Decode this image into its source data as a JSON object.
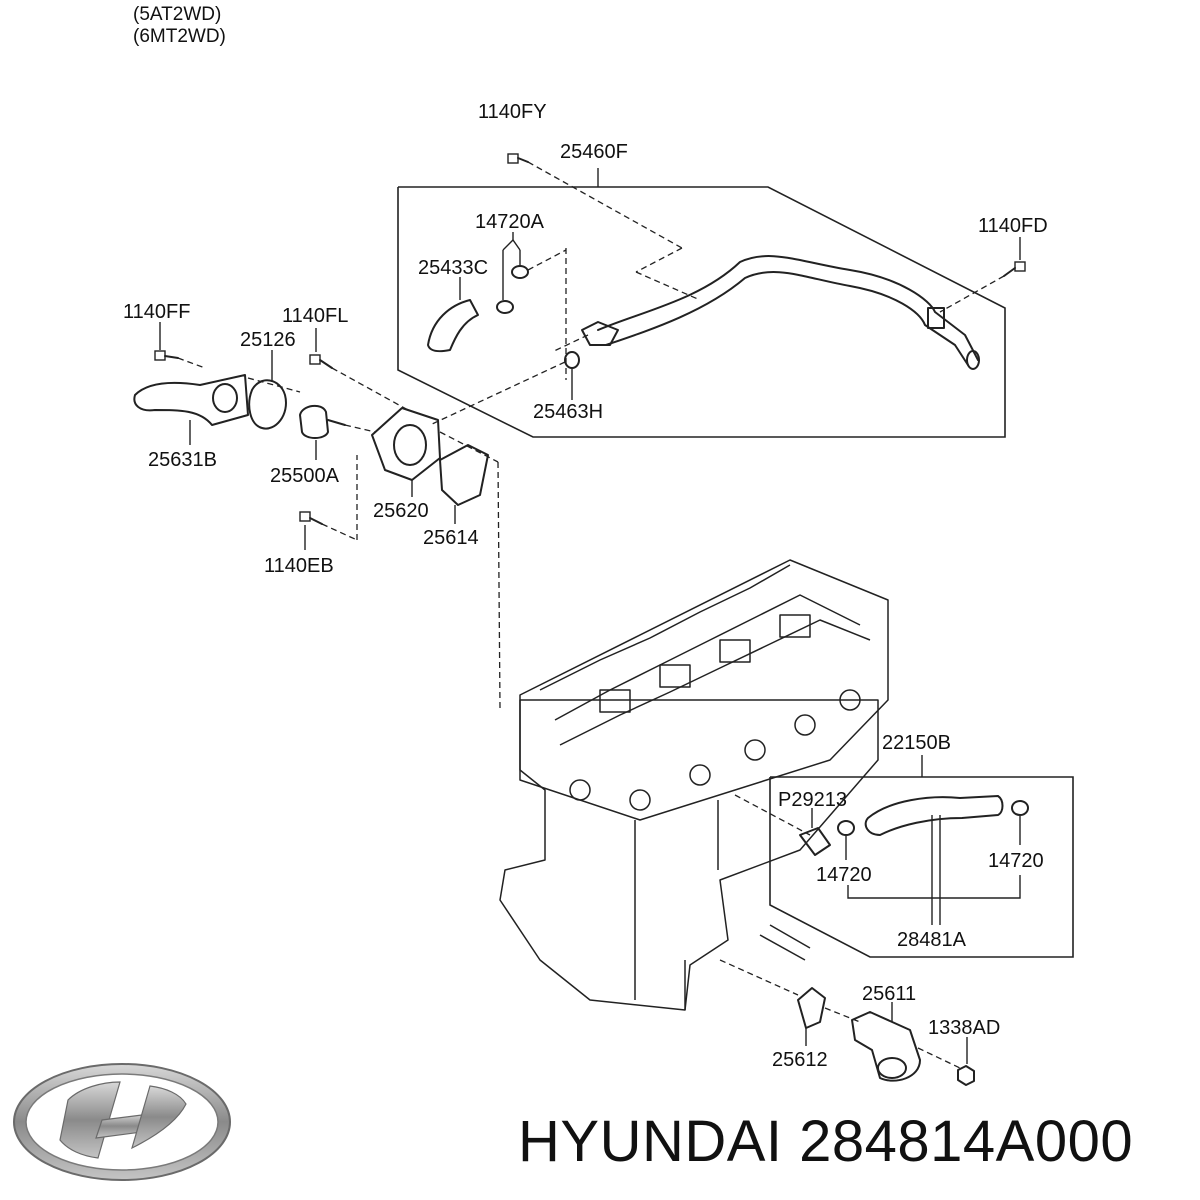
{
  "variants": [
    "(5AT2WD)",
    "(6MT2WD)"
  ],
  "part_labels": {
    "p1140FY": "1140FY",
    "p25460F": "25460F",
    "p14720A": "14720A",
    "p1140FD": "1140FD",
    "p25433C": "25433C",
    "p1140FF": "1140FF",
    "p25126": "25126",
    "p1140FL": "1140FL",
    "p25463H": "25463H",
    "p25631B": "25631B",
    "p25500A": "25500A",
    "p25620": "25620",
    "p25614": "25614",
    "p1140EB": "1140EB",
    "p22150B": "22150B",
    "pP29213": "P29213",
    "p14720_left": "14720",
    "p14720_right": "14720",
    "p28481A": "28481A",
    "p25611": "25611",
    "p1338AD": "1338AD",
    "p25612": "25612"
  },
  "brand": {
    "name": "HYUNDAI",
    "part_number": "284814A000",
    "caption": "HYUNDAI 284814A000"
  },
  "colors": {
    "line": "#222222",
    "text": "#111111",
    "logo_silver": "#9a9a9a",
    "background": "#ffffff"
  }
}
